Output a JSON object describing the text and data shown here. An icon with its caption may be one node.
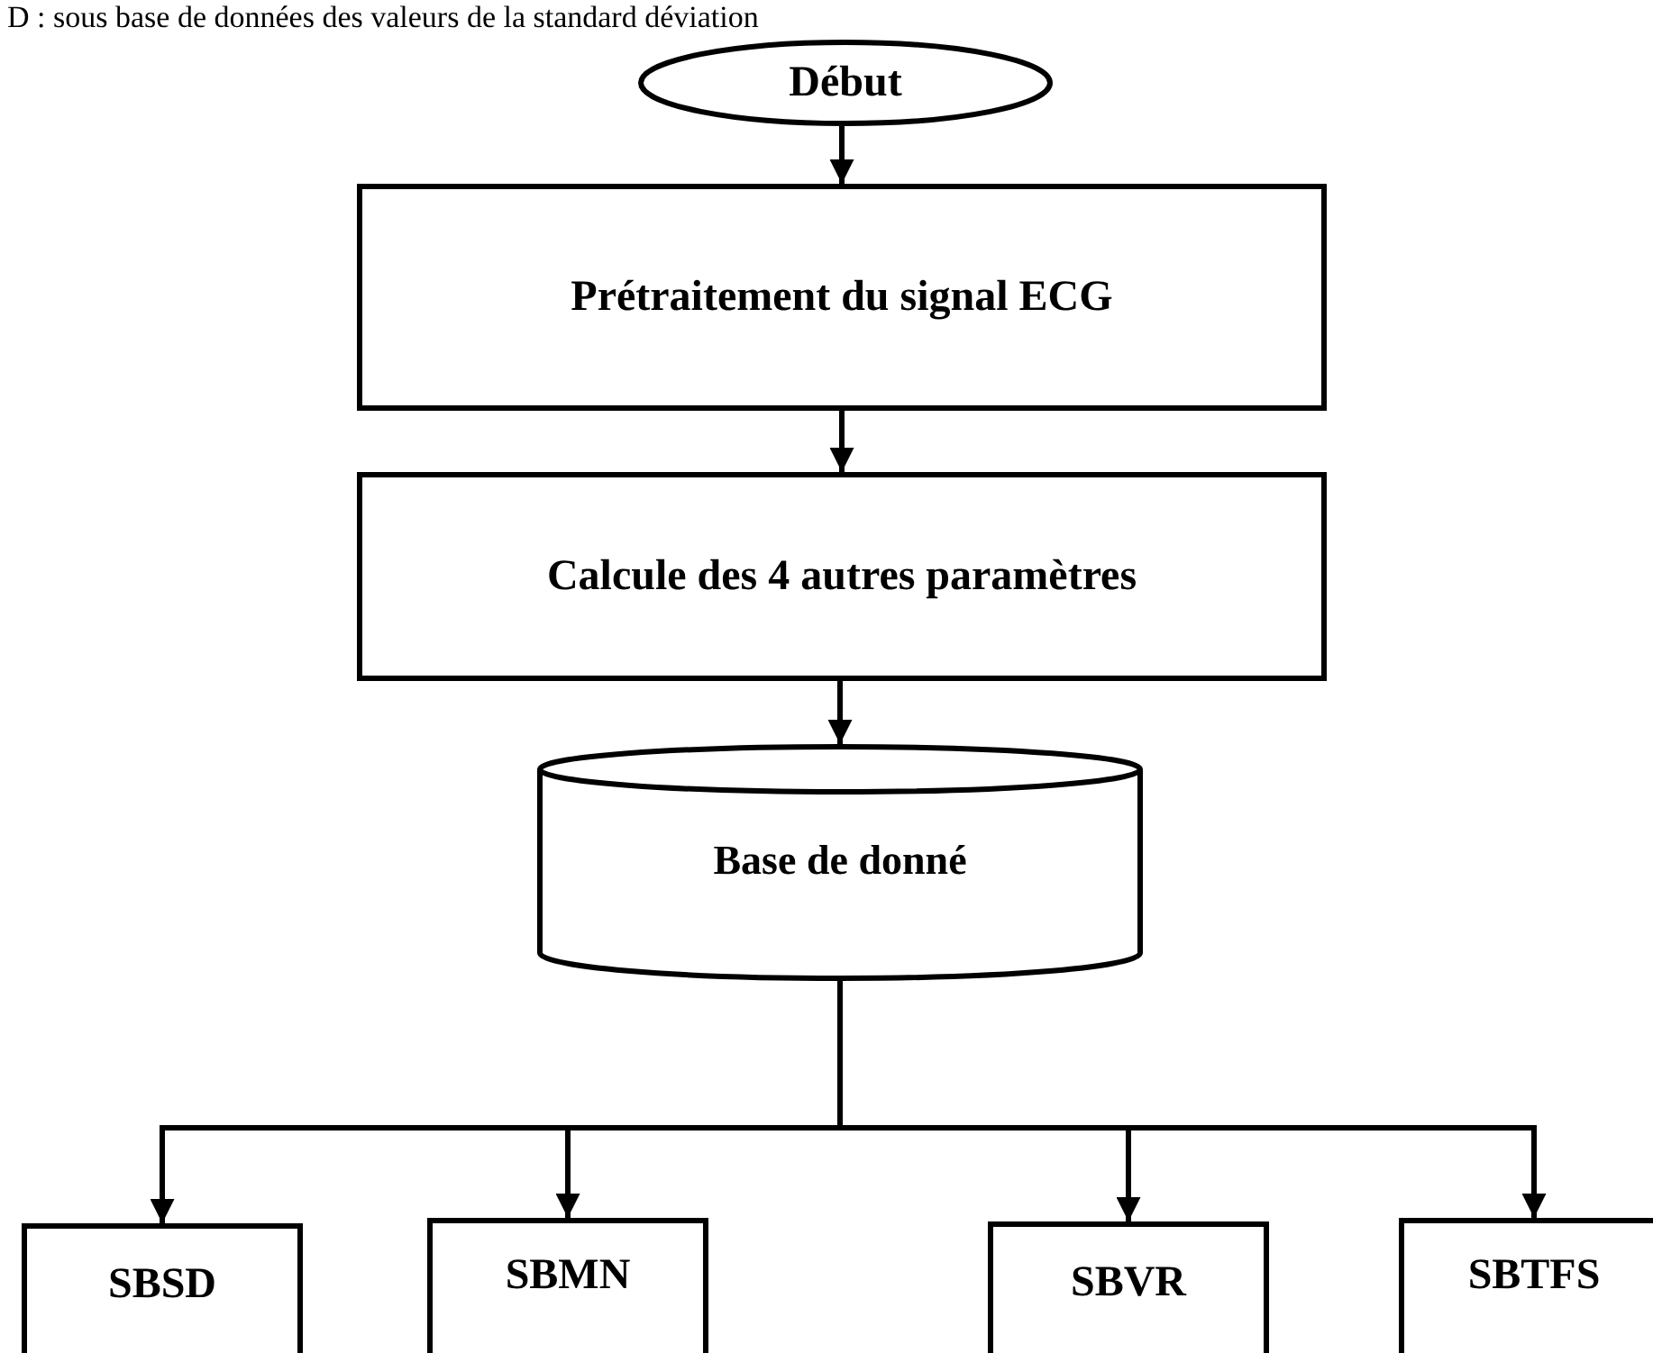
{
  "diagram": {
    "nodes": [
      {
        "text": [
          "Début"
        ]
      },
      {
        "text": [
          "Prétraitement du signal ECG"
        ]
      },
      {
        "text": [
          "Calcule des 4 autres paramètres"
        ]
      },
      {
        "text": [
          "Base de donné"
        ]
      },
      {
        "text": [
          "SBSD"
        ]
      },
      {
        "text": [
          "SBMN"
        ]
      },
      {
        "text": [
          "SBVR"
        ]
      },
      {
        "text": [
          "SBTFS"
        ]
      }
    ],
    "edges": [
      {
        "from": 0,
        "to": 1,
        "arrow": "to"
      },
      {
        "from": 1,
        "to": 2,
        "arrow": "to"
      },
      {
        "from": 2,
        "to": 3,
        "arrow": "to"
      },
      {
        "from": 3,
        "to": 4,
        "arrow": "to"
      },
      {
        "from": 3,
        "to": 5,
        "arrow": "to"
      },
      {
        "from": 3,
        "to": 6,
        "arrow": "to"
      },
      {
        "from": 3,
        "to": 7,
        "arrow": "to"
      }
    ],
    "labels": [
      "D : sous base de données des valeurs de la standard déviation"
    ]
  }
}
